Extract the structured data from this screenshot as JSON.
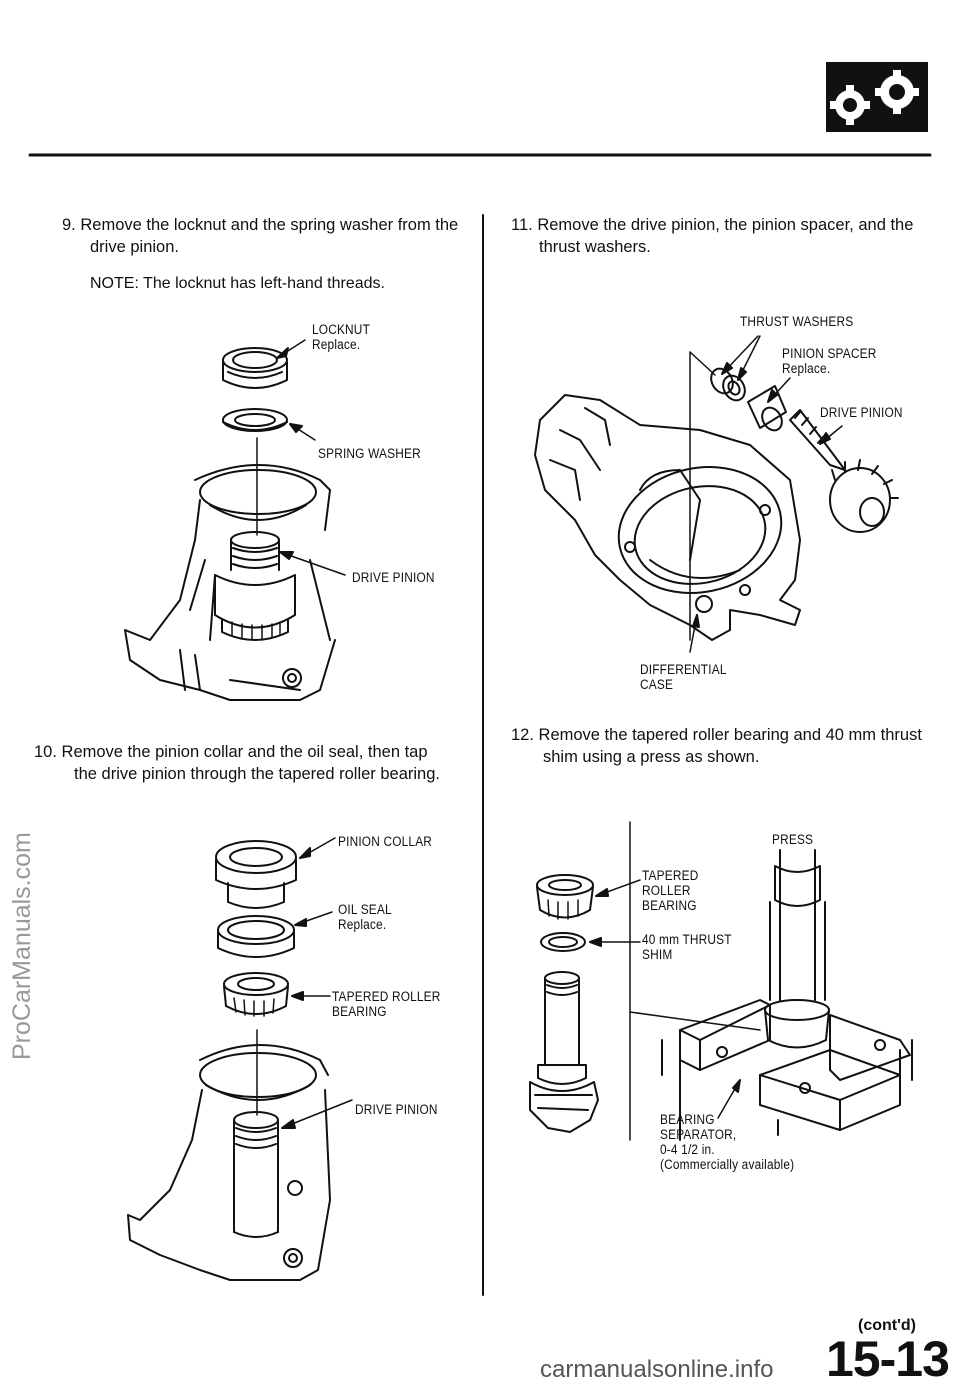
{
  "watermark": "ProCarManuals.com",
  "footer_site": "carmanualsonline.info",
  "page_number": "15-13",
  "cont": "(cont'd)",
  "steps": {
    "s9": {
      "num": "9.",
      "line1": "Remove the locknut and the spring washer from the",
      "line2": "drive pinion.",
      "note": "NOTE:  The locknut has left-hand threads."
    },
    "s10": {
      "num": "10.",
      "line1": "Remove the pinion collar and the oil seal, then tap",
      "line2": "the drive pinion through the tapered roller bearing."
    },
    "s11": {
      "num": "11.",
      "line1": "Remove the drive pinion, the pinion spacer, and the",
      "line2": "thrust washers."
    },
    "s12": {
      "num": "12.",
      "line1": "Remove the tapered roller bearing and 40 mm thrust",
      "line2": "shim using a press as shown."
    }
  },
  "labels": {
    "fig9": {
      "locknut": "LOCKNUT",
      "locknut_note": "Replace.",
      "spring_washer": "SPRING  WASHER",
      "drive_pinion": "DRIVE  PINION"
    },
    "fig10": {
      "pinion_collar": "PINION  COLLAR",
      "oil_seal": "OIL  SEAL",
      "oil_seal_note": "Replace.",
      "tapered_1": "TAPERED ROLLER",
      "tapered_2": "BEARING",
      "drive_pinion": "DRIVE  PINION"
    },
    "fig11": {
      "thrust_washers": "THRUST  WASHERS",
      "pinion_spacer": "PINION  SPACER",
      "pinion_spacer_note": "Replace.",
      "drive_pinion": "DRIVE  PINION",
      "diff_1": "DIFFERENTIAL",
      "diff_2": "CASE"
    },
    "fig12": {
      "press": "PRESS",
      "tapered_1": "TAPERED",
      "tapered_2": "ROLLER",
      "tapered_3": "BEARING",
      "shim_1": "40  mm  THRUST",
      "shim_2": "SHIM",
      "sep_1": "BEARING",
      "sep_2": "SEPARATOR,",
      "sep_3": "0-4  1/2  in.",
      "sep_4": "(Commercially  available)"
    }
  }
}
